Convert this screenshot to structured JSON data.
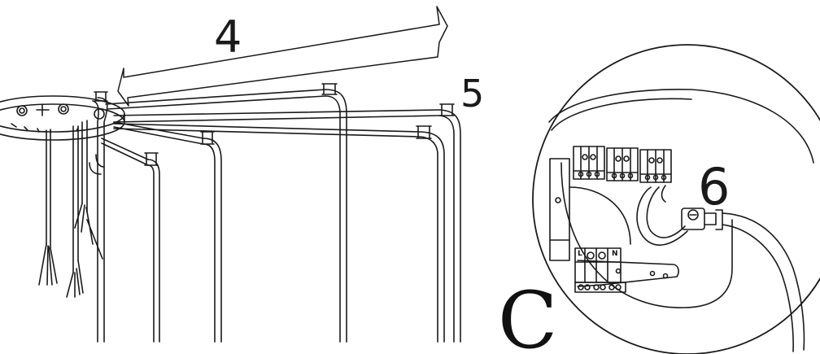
{
  "labels": {
    "callout_4": "4",
    "callout_5": "5",
    "callout_6": "6",
    "detail_letter": "C",
    "terminal_l": "L",
    "terminal_n": "N"
  },
  "colors": {
    "line": "#1a1a1a",
    "background": "#ffffff"
  },
  "icons": [
    "arrow-icon",
    "cable-clip-icon",
    "terminal-block-icon",
    "earth-symbol-icon",
    "screw-icon"
  ]
}
